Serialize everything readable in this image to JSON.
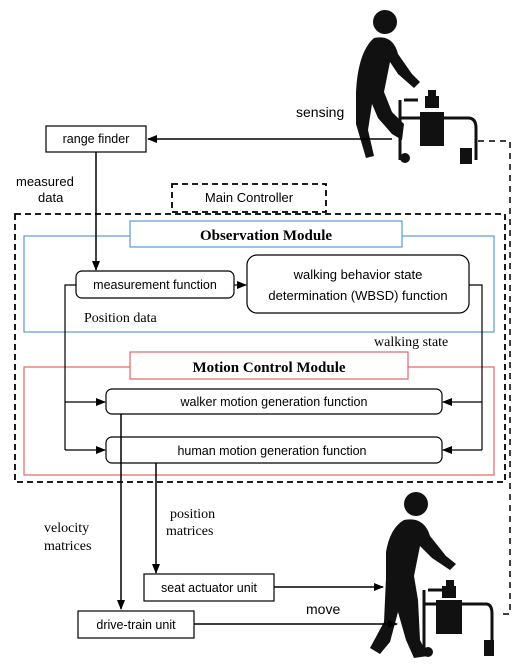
{
  "labels": {
    "sensing": "sensing",
    "range_finder": "range finder",
    "measured_data_line1": "measured",
    "measured_data_line2": "data",
    "main_controller": "Main Controller",
    "observation_module": "Observation Module",
    "measurement_function": "measurement function",
    "wbsd_line1": "walking behavior state",
    "wbsd_line2": "determination (WBSD) function",
    "position_data": "Position data",
    "walking_state": "walking state",
    "motion_control_module": "Motion Control Module",
    "walker_motion_generation": "walker motion generation function",
    "human_motion_generation": "human motion generation function",
    "position_matrices_line1": "position",
    "position_matrices_line2": "matrices",
    "velocity_matrices_line1": "velocity",
    "velocity_matrices_line2": "matrices",
    "seat_actuator_unit": "seat actuator unit",
    "move": "move",
    "drive_train_unit": "drive-train unit"
  },
  "colors": {
    "observation_module_border": "#5b9bd5",
    "motion_control_module_border": "#e06666",
    "line": "#000000",
    "figure": "#111111"
  }
}
